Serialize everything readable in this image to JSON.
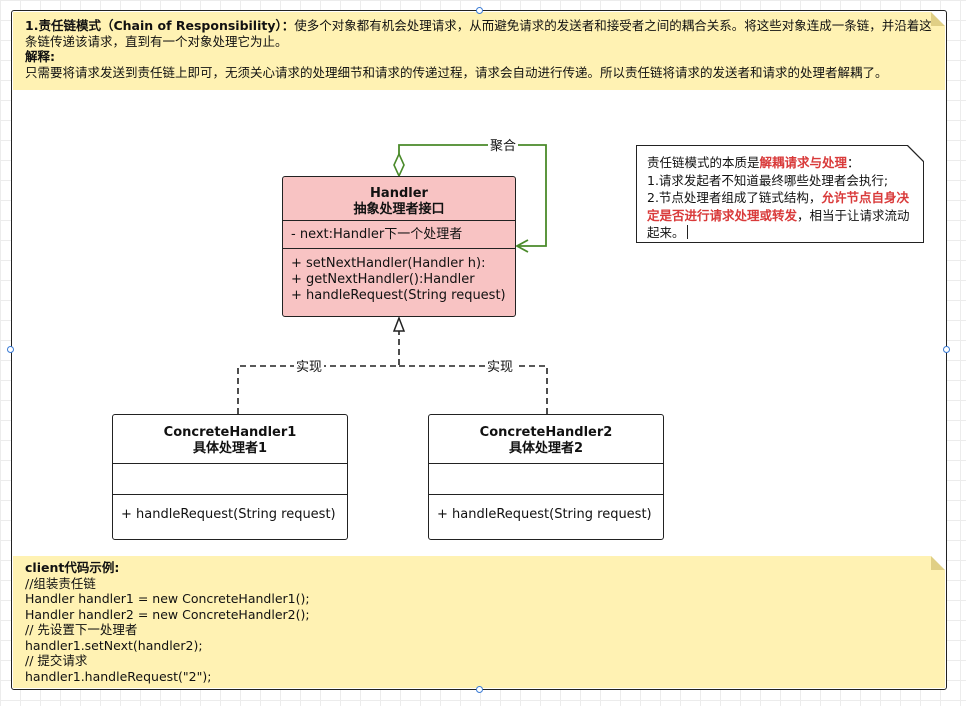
{
  "top_note": {
    "title": "1.责任链模式",
    "title_en": "（Chain of Responsibility）：",
    "definition": "使多个对象都有机会处理请求，从而避免请求的发送者和接受者之间的耦合关系。将这些对象连成一条链，并沿着这条链传递该请求，直到有一个对象处理它为止。",
    "explain_label": "解释:",
    "explain_text": "只需要将请求发送到责任链上即可，无须关心请求的处理细节和请求的传递过程，请求会自动进行传递。所以责任链将请求的发送者和请求的处理者解耦了。"
  },
  "handler": {
    "name": "Handler",
    "subtitle": "抽象处理者接口",
    "attribute": "- next:Handler下一个处理者",
    "methods": [
      "+ setNextHandler(Handler h):",
      "+ getNextHandler():Handler",
      "+ handleRequest(String request)"
    ]
  },
  "concrete1": {
    "name": "ConcreteHandler1",
    "subtitle": "具体处理者1",
    "method": "+ handleRequest(String request)"
  },
  "concrete2": {
    "name": "ConcreteHandler2",
    "subtitle": "具体处理者2",
    "method": "+ handleRequest(String request)"
  },
  "edges": {
    "aggregation": "聚合",
    "realize_left": "实现",
    "realize_right": "实现"
  },
  "side_note": {
    "line1_prefix": "责任链模式的本质是",
    "line1_highlight": "解耦请求与处理",
    "line1_suffix": "：",
    "line2": "1.请求发起者不知道最终哪些处理者会执行;",
    "line3_prefix": "2.节点处理者组成了链式结构，",
    "line3_highlight": "允许节点自身决定是否进行请求处理或转发",
    "line3_suffix": "，相当于让请求流动起来。"
  },
  "client_note": {
    "title": "client代码示例:",
    "lines": [
      "//组装责任链",
      "Handler handler1 = new ConcreteHandler1();",
      "Handler handler2 = new ConcreteHandler2();",
      "// 先设置下一处理者",
      "handler1.setNext(handler2);",
      "// 提交请求",
      "handler1.handleRequest(\"2\");"
    ]
  },
  "colors": {
    "handler_fill": "#f8c3c3",
    "note_fill": "#fff2b3",
    "aggregation_line": "#4a8a2a",
    "highlight_text": "#d93a3a",
    "selection_handle": "#3a7bd5"
  }
}
